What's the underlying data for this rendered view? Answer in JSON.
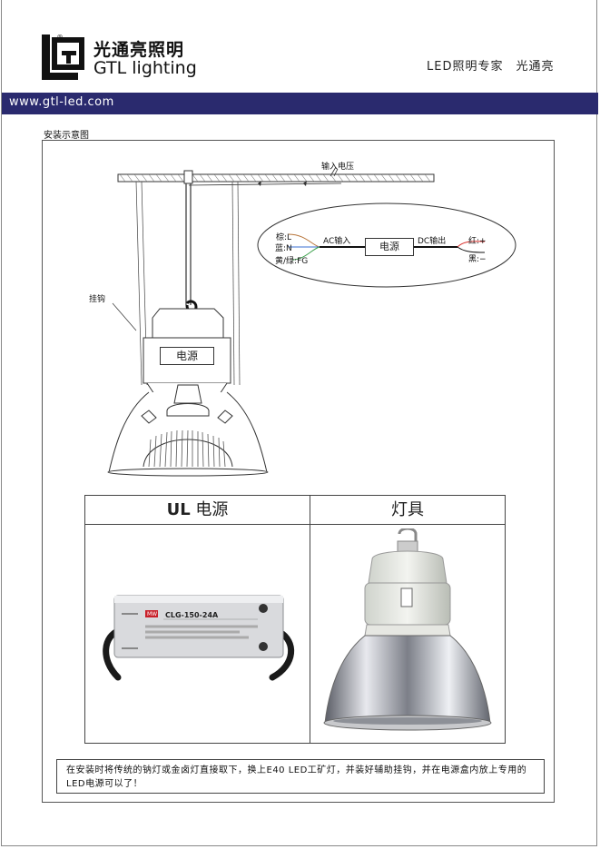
{
  "header": {
    "brand_cn": "光通亮照明",
    "brand_en": "GTL lighting",
    "logo_letters": "LG",
    "registered": "®",
    "tagline_1": "LED照明专家",
    "tagline_2": "光通亮",
    "url": "www.gtl-led.com"
  },
  "section": {
    "title": "安装示意图"
  },
  "diagram": {
    "input_voltage_label": "输入电压",
    "hook_label": "挂钩",
    "psu_label": "电源",
    "wiring": {
      "brown_l": "棕:L",
      "blue_n": "蓝:N",
      "yellow_green_fg": "黄/绿:FG",
      "ac_input": "AC输入",
      "dc_output": "DC输出",
      "psu_label": "电源",
      "red_plus": "红:+",
      "black_minus": "黑:−"
    }
  },
  "table": {
    "col1_header_bold": "UL",
    "col1_header": "电源",
    "col2_header": "灯具",
    "psu_model": "CLG-150-24A",
    "psu_brand": "MW"
  },
  "note": {
    "text": "在安装时将传统的钠灯或金卤灯直接取下，换上E40 LED工矿灯，并装好辅助挂钩，并在电源盒内放上专用的LED电源可以了！"
  },
  "colors": {
    "url_bar": "#2a2a6e",
    "wire_red": "#d9302c",
    "wire_green": "#3aa04a",
    "wire_blue": "#3a6fd0"
  }
}
